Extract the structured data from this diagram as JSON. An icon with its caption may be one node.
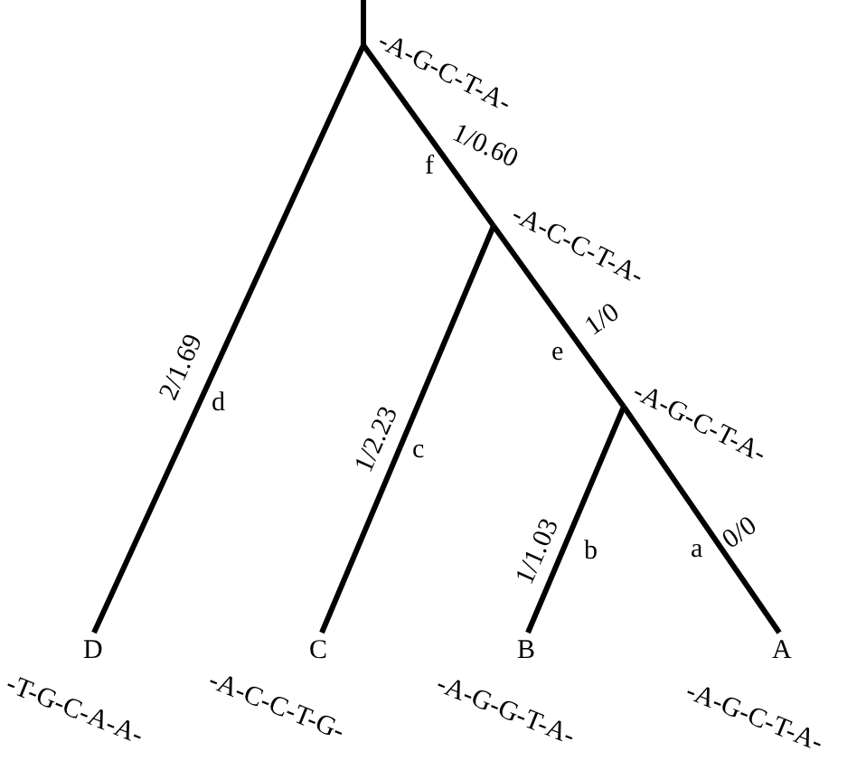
{
  "diagram": {
    "nodes": [
      {
        "text": [
          "-A-G-C-T-A-"
        ]
      },
      {
        "text": [
          "-A-C-C-T-A-"
        ]
      },
      {
        "text": [
          "-A-G-C-T-A-"
        ]
      },
      {
        "text": [
          "D",
          "-T-G-C-A-A-"
        ]
      },
      {
        "text": [
          "C",
          "-A-C-C-T-G-"
        ]
      },
      {
        "text": [
          "B",
          "-A-G-G-T-A-"
        ]
      },
      {
        "text": [
          "A",
          "-A-G-C-T-A-"
        ]
      }
    ],
    "edges": [
      {
        "from": null,
        "to": 0,
        "arrow": "none"
      },
      {
        "from": 0,
        "to": 3,
        "arrow": "none",
        "label": "2/1.69"
      },
      {
        "from": 0,
        "to": 1,
        "arrow": "none",
        "label": "1/0.60"
      },
      {
        "from": 1,
        "to": 4,
        "arrow": "none",
        "label": "1/2.23"
      },
      {
        "from": 1,
        "to": 2,
        "arrow": "none",
        "label": "1/0"
      },
      {
        "from": 2,
        "to": 5,
        "arrow": "none",
        "label": "1/1.03"
      },
      {
        "from": 2,
        "to": 6,
        "arrow": "none",
        "label": "0/0"
      }
    ],
    "labels": [
      "f",
      "e",
      "d",
      "c",
      "b",
      "a"
    ]
  }
}
